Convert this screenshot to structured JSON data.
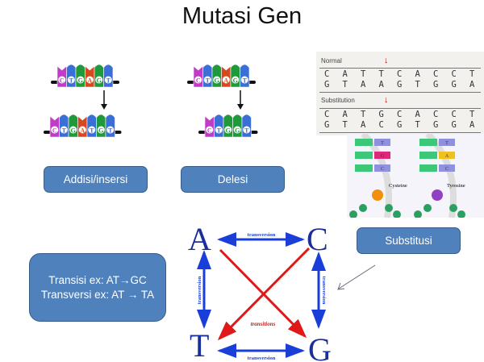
{
  "title": "Mutasi Gen",
  "colors": {
    "box_fill": "#4f81bd",
    "box_border": "#385d8a",
    "base_C": "#c03cc8",
    "base_T": "#3a6fd8",
    "base_G": "#1f9a3a",
    "base_A": "#d8481e",
    "transversion": "#1a3fd8",
    "transition": "#e01818"
  },
  "addition": {
    "before": [
      "C",
      "T",
      "G",
      "A",
      "G",
      "T"
    ],
    "after": [
      "C",
      "T",
      "G",
      "A",
      "T",
      "G",
      "T"
    ],
    "label": "Addisi/insersi"
  },
  "deletion": {
    "before": [
      "C",
      "T",
      "G",
      "A",
      "G",
      "T"
    ],
    "after": [
      "C",
      "T",
      "G",
      "G",
      "T"
    ],
    "label": "Delesi"
  },
  "substitution": {
    "label": "Substitusi",
    "normal_label": "Normal",
    "normal_top": [
      "C",
      "A",
      "T",
      "T",
      "C",
      "A",
      "C",
      "C",
      "T"
    ],
    "normal_bottom": [
      "G",
      "T",
      "A",
      "A",
      "G",
      "T",
      "G",
      "G",
      "A"
    ],
    "subst_label": "Substitution",
    "subst_top": [
      "C",
      "A",
      "T",
      "G",
      "C",
      "A",
      "C",
      "C",
      "T"
    ],
    "subst_bottom": [
      "G",
      "T",
      "A",
      "C",
      "G",
      "T",
      "G",
      "G",
      "A"
    ],
    "helix_left": {
      "bases": [
        "T",
        "G",
        "C"
      ],
      "amino": "Cysteine"
    },
    "helix_right": {
      "bases": [
        "T",
        "A",
        "C"
      ],
      "amino": "Tyrosine"
    }
  },
  "info": {
    "line1": "Transisi  ex: AT→GC",
    "line2": "Transversi  ex: AT → TA"
  },
  "diagram": {
    "A": "A",
    "C": "C",
    "T": "T",
    "G": "G",
    "transversion": "transversion",
    "transitions": "transitions"
  }
}
